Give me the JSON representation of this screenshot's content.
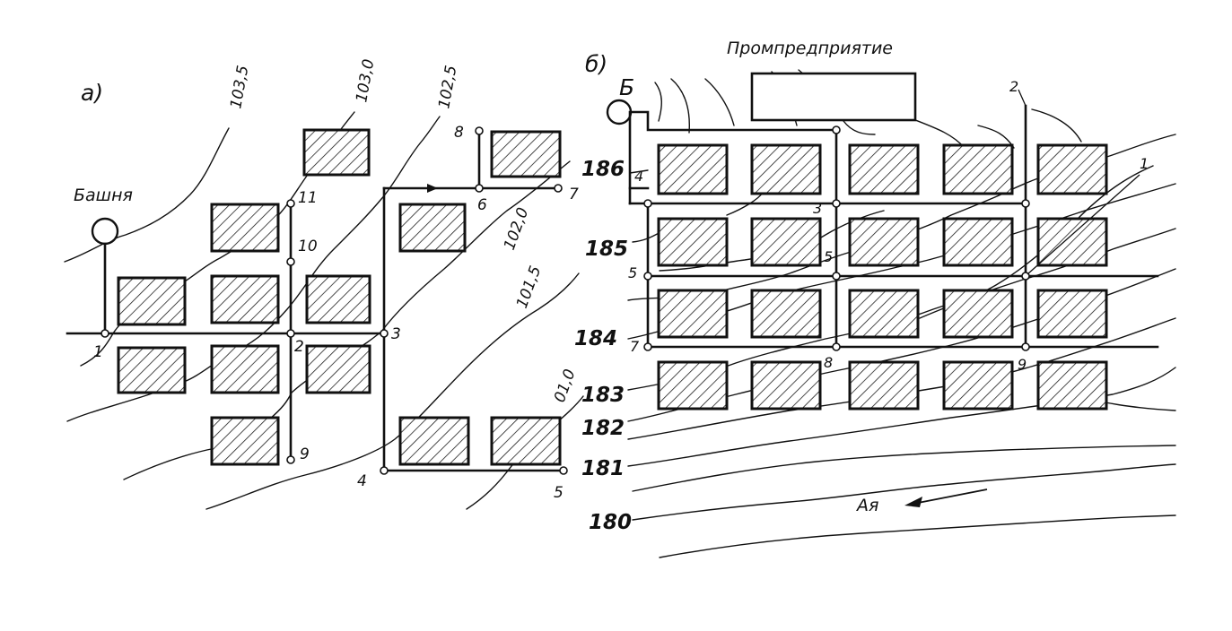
{
  "panel_a": {
    "label": "а)",
    "tower_label": "Башня",
    "contours": [
      "103,5",
      "103,0",
      "102,5",
      "102,0",
      "101,5",
      "01,0"
    ],
    "nodes": [
      "1",
      "2",
      "3",
      "4",
      "5",
      "6",
      "7",
      "8",
      "9",
      "10",
      "11"
    ]
  },
  "panel_b": {
    "label": "б)",
    "source_label": "Б",
    "plant_label": "Промпредприятие",
    "river_label": "Ая",
    "contours": [
      "186",
      "185",
      "184",
      "183",
      "182",
      "181",
      "180"
    ],
    "nodes": [
      "1",
      "2",
      "3",
      "4",
      "5",
      "5",
      "7",
      "8",
      "9"
    ]
  }
}
